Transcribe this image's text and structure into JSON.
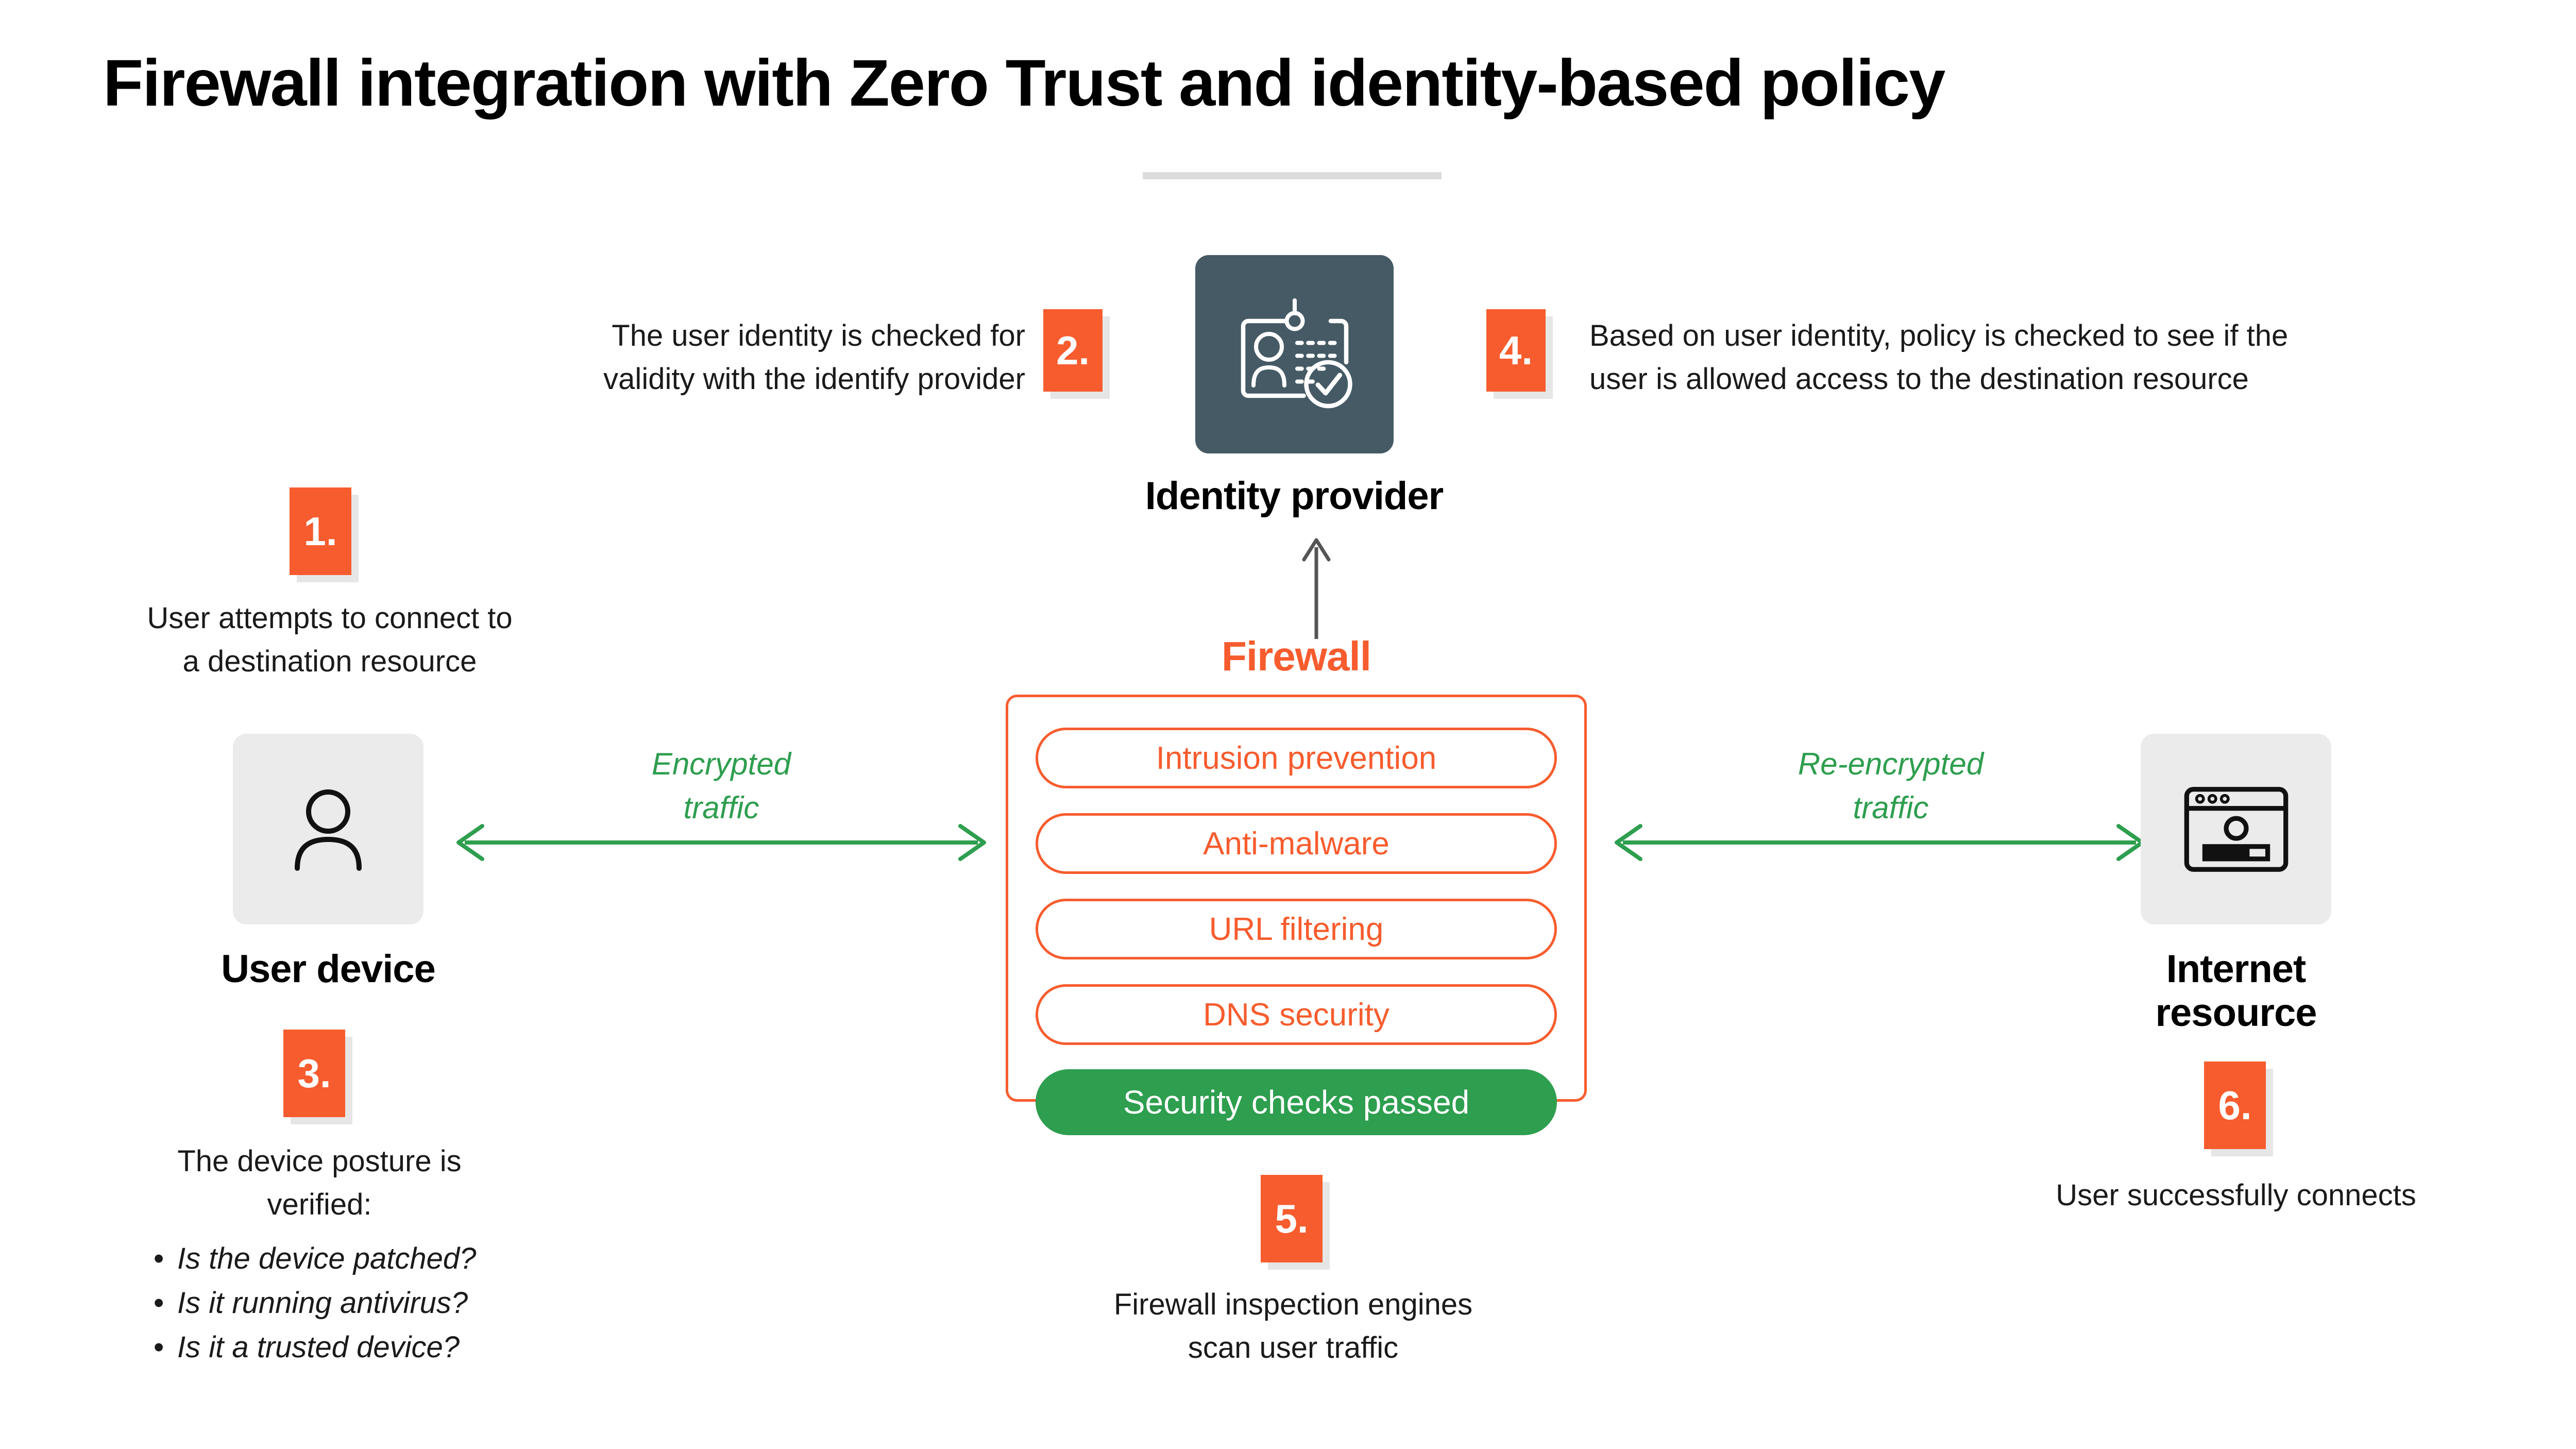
{
  "title": "Firewall integration with Zero Trust and identity-based policy",
  "colors": {
    "accent_orange": "#F75C2E",
    "accent_green": "#2E9E4F",
    "slate": "#455A64",
    "tile_grey": "#EBEBEB",
    "rule_grey": "#DCDCDC",
    "arrow_grey": "#555555"
  },
  "nodes": {
    "identity_provider": {
      "label": "Identity provider",
      "icon": "id-badge-check-icon"
    },
    "user_device": {
      "label": "User device",
      "icon": "person-icon"
    },
    "internet_resource": {
      "label": "Internet\nresource",
      "label_line1": "Internet",
      "label_line2": "resource",
      "icon": "browser-window-icon"
    }
  },
  "firewall": {
    "title": "Firewall",
    "engines": [
      "Intrusion prevention",
      "Anti-malware",
      "URL filtering",
      "DNS security"
    ],
    "status_pill": "Security checks passed"
  },
  "arrows": {
    "left": {
      "label_line1": "Encrypted",
      "label_line2": "traffic",
      "type": "double-headed"
    },
    "right": {
      "label_line1": "Re-encrypted",
      "label_line2": "traffic",
      "type": "double-headed"
    },
    "identity": {
      "type": "up-arrow"
    }
  },
  "steps": [
    {
      "number": "1.",
      "text_line1": "User attempts to connect to",
      "text_line2": "a destination resource"
    },
    {
      "number": "2.",
      "text_line1": "The user identity is checked for",
      "text_line2": "validity with the identify provider"
    },
    {
      "number": "3.",
      "text_line1": "The device posture is",
      "text_line2": "verified:",
      "bullets": [
        "Is the device patched?",
        "Is it running antivirus?",
        "Is it a trusted device?"
      ]
    },
    {
      "number": "4.",
      "text_line1": "Based on user identity, policy is checked to see if the",
      "text_line2": "user is allowed access to the destination resource"
    },
    {
      "number": "5.",
      "text_line1": "Firewall inspection engines",
      "text_line2": "scan user traffic"
    },
    {
      "number": "6.",
      "text_line1": "User successfully connects"
    }
  ]
}
